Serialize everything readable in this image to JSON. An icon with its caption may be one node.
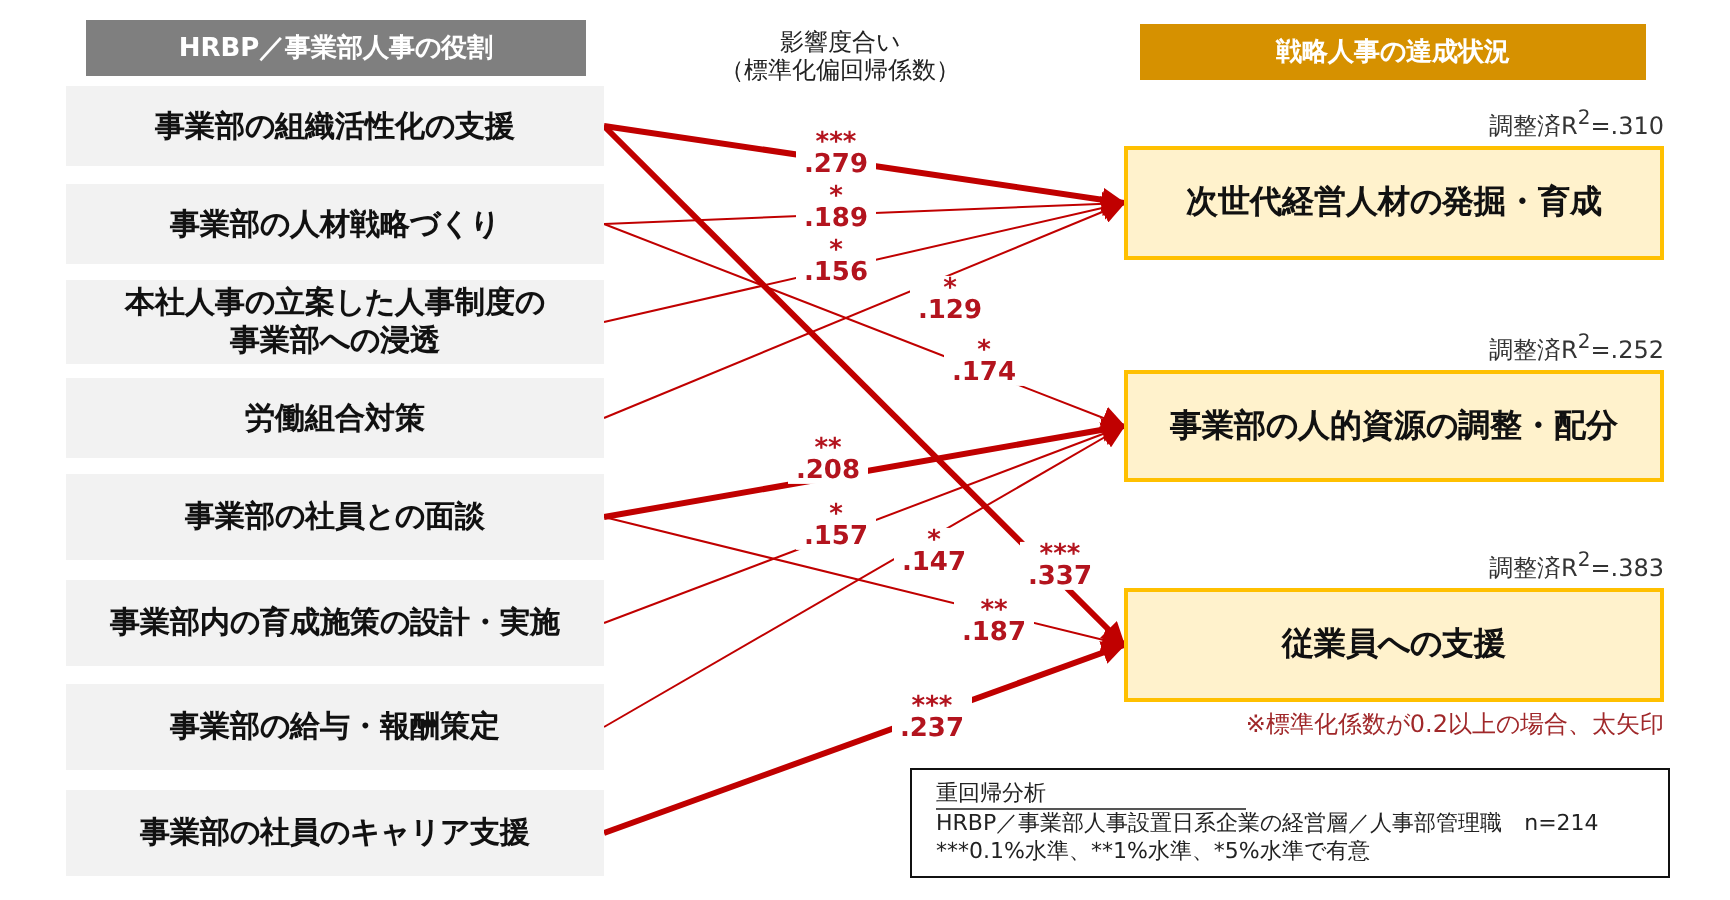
{
  "diagram": {
    "nodes": [
      {
        "text": [
          "HRBP／事業部人事の役割"
        ]
      },
      {
        "text": [
          "事業部の組織活性化の支援"
        ]
      },
      {
        "text": [
          "事業部の人材戦略づくり"
        ]
      },
      {
        "text": [
          "本社人事の立案した人事制度の事業部への浸透"
        ]
      },
      {
        "text": [
          "労働組合対策"
        ]
      },
      {
        "text": [
          "事業部の社員との面談"
        ]
      },
      {
        "text": [
          "事業部内の育成施策の設計・実施"
        ]
      },
      {
        "text": [
          "事業部の給与・報酬策定"
        ]
      },
      {
        "text": [
          "事業部の社員のキャリア支援"
        ]
      },
      {
        "text": [
          "戦略人事の達成状況"
        ]
      },
      {
        "text": [
          "次世代経営人材の発掘・育成"
        ],
        "beside": [
          "調整済R$^{2}$=.310"
        ]
      },
      {
        "text": [
          "事業部の人的資源の調整・配分"
        ],
        "beside": [
          "調整済R$^{2}$=.252"
        ]
      },
      {
        "text": [
          "従業員への支援"
        ],
        "beside": [
          "調整済R$^{2}$=.383"
        ]
      },
      {
        "text": [
          "重回帰分析",
          "HRBP／事業部人事設置日系企業の経営層／人事部管理職　n=214",
          "***0.1%水準、**1%水準、*5%水準で有意"
        ]
      }
    ],
    "edges": [
      {
        "from": 1,
        "to": 10,
        "arrow": "to",
        "label": "*** .279",
        "style": "thick"
      },
      {
        "from": 2,
        "to": 10,
        "arrow": "to",
        "label": "* .189"
      },
      {
        "from": 3,
        "to": 10,
        "arrow": "to",
        "label": "* .156"
      },
      {
        "from": 4,
        "to": 10,
        "arrow": "to",
        "label": "* .129"
      },
      {
        "from": 2,
        "to": 11,
        "arrow": "to",
        "label": "* .174"
      },
      {
        "from": 5,
        "to": 11,
        "arrow": "to",
        "label": "** .208",
        "style": "thick"
      },
      {
        "from": 6,
        "to": 11,
        "arrow": "to",
        "label": "* .157"
      },
      {
        "from": 7,
        "to": 11,
        "arrow": "to",
        "label": "* .147"
      },
      {
        "from": 1,
        "to": 12,
        "arrow": "to",
        "label": "*** .337",
        "style": "thick"
      },
      {
        "from": 5,
        "to": 12,
        "arrow": "to",
        "label": "** .187"
      },
      {
        "from": 8,
        "to": 12,
        "arrow": "to",
        "label": "*** .237",
        "style": "thick"
      }
    ],
    "labels": [
      "影響度合い（標準化偏回帰係数）",
      "※標準化係数が0.2以上の場合、太矢印"
    ]
  }
}
